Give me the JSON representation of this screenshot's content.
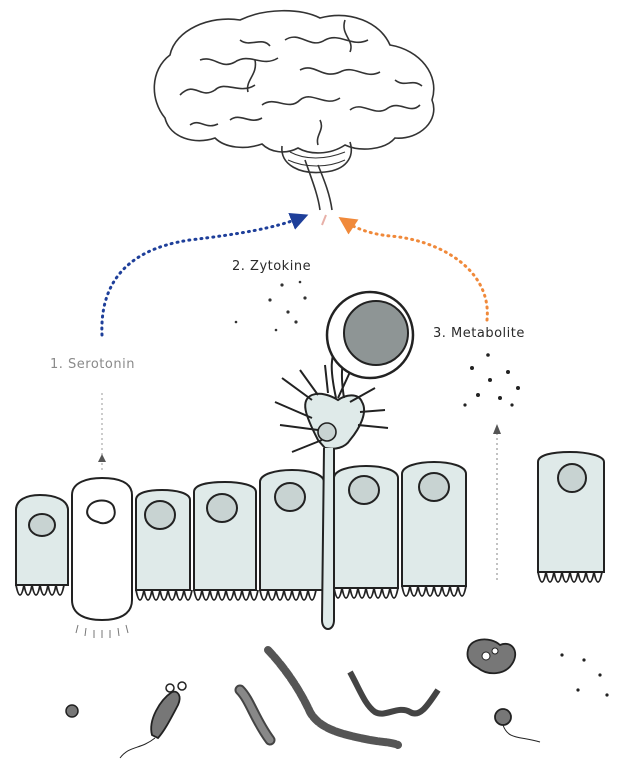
{
  "labels": {
    "serotonin": "1. Serotonin",
    "zytokine": "2. Zytokine",
    "metabolite": "3. Metabolite"
  },
  "colors": {
    "serotonin_arrow": "#1e3f9a",
    "metabolite_arrow": "#f0893a",
    "cell_fill": "#dfeae9",
    "nucleus_fill": "#c8d3d2",
    "outline": "#222222"
  },
  "icons": [
    "brain-icon",
    "immune-cell-icon",
    "epithelial-cell-icon",
    "bacteria-icon"
  ]
}
